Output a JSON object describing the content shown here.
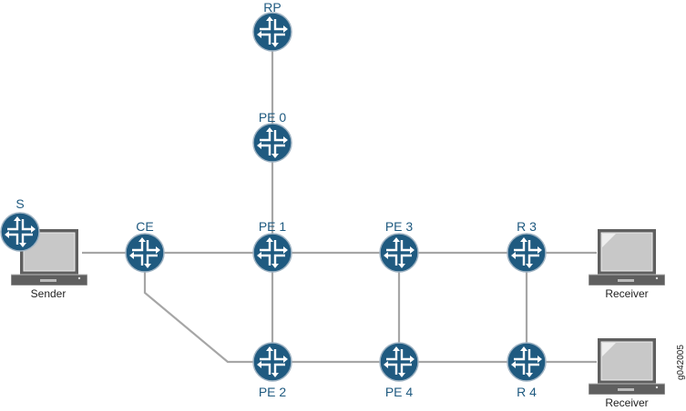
{
  "nodes": {
    "rp": "RP",
    "pe0": "PE 0",
    "s": "S",
    "ce": "CE",
    "pe1": "PE 1",
    "pe3": "PE 3",
    "r3": "R 3",
    "pe2": "PE 2",
    "pe4": "PE 4",
    "r4": "R 4"
  },
  "devices": {
    "sender": "Sender",
    "receiver1": "Receiver",
    "receiver2": "Receiver"
  },
  "figure_id": "g042005",
  "colors": {
    "router": "#1f5a80",
    "link": "#a6a6a6",
    "laptop_frame": "#5f5f5f",
    "screen": "#c8c8c8"
  }
}
